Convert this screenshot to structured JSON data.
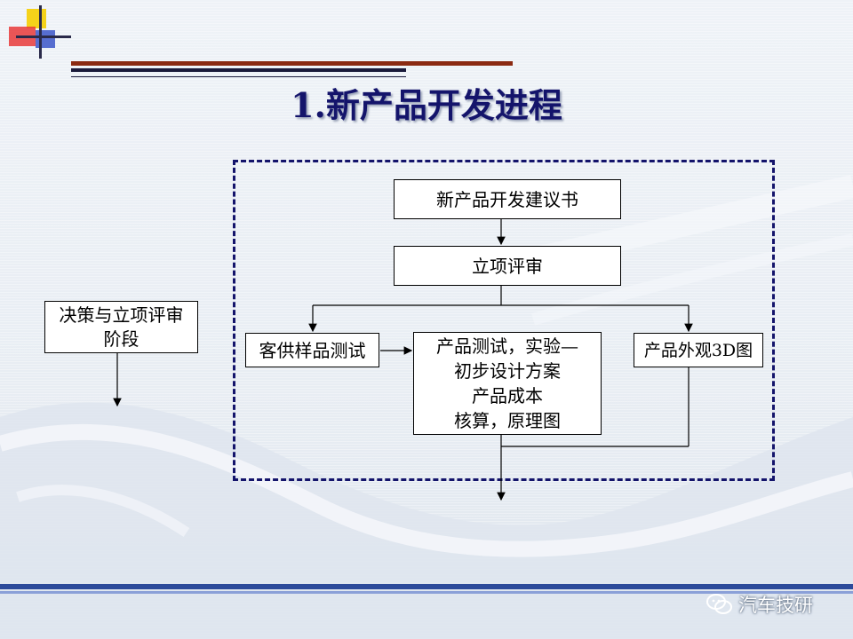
{
  "title": "1.新产品开发进程",
  "left_stage": {
    "line1": "决策与立项评审",
    "line2": "阶段"
  },
  "flow": {
    "proposal": "新产品开发建议书",
    "review": "立项评审",
    "sample_test": "客供样品测试",
    "product_test": [
      "产品测试，实验—",
      "初步设计方案",
      "产品成本",
      "核算，原理图"
    ],
    "appearance": "产品外观3D图"
  },
  "watermark": {
    "label": "汽车技研",
    "icon": "wechat-icon"
  },
  "colors": {
    "title": "#14146b",
    "frame": "#14146b",
    "rule_red": "#8b2a12",
    "bottom_bar": "#2c4a9a"
  }
}
